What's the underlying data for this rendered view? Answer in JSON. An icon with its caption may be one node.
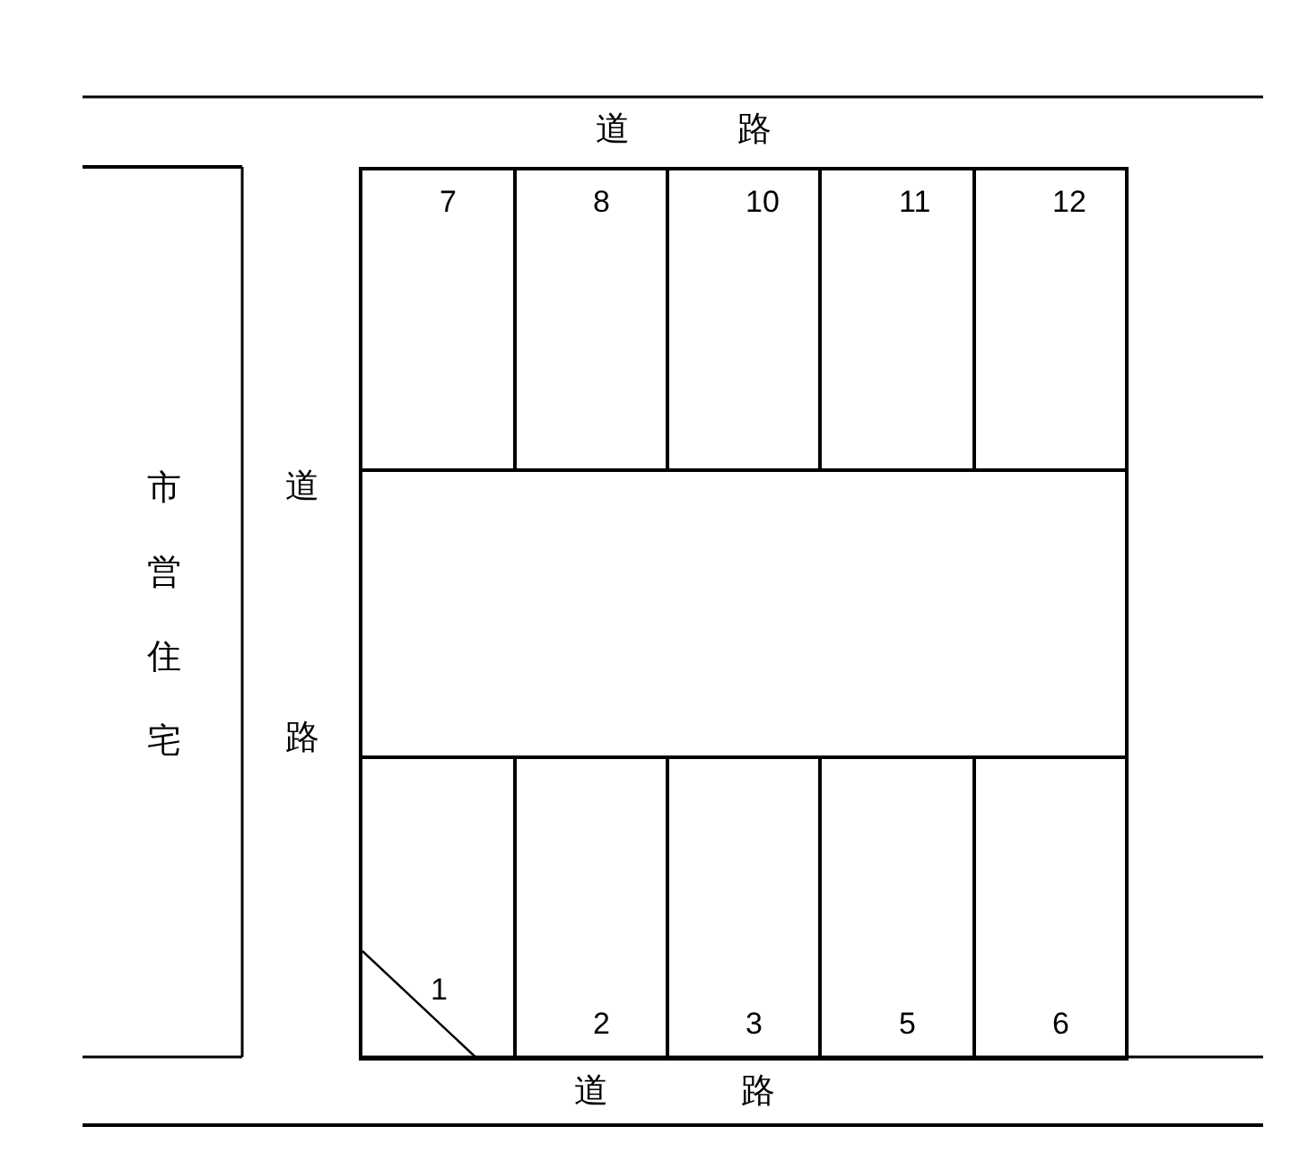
{
  "diagram": {
    "nodes": [
      {
        "text": [
          "7"
        ]
      },
      {
        "text": [
          "8"
        ]
      },
      {
        "text": [
          "10"
        ]
      },
      {
        "text": [
          "11"
        ]
      },
      {
        "text": [
          "12"
        ]
      },
      {
        "text": [],
        "shape": "box"
      },
      {
        "text": [
          "1"
        ]
      },
      {
        "text": [
          "2"
        ]
      },
      {
        "text": [
          "3"
        ]
      },
      {
        "text": [
          "5"
        ]
      },
      {
        "text": [
          "6"
        ]
      }
    ],
    "labels": [
      "道路",
      "市営住宅",
      "道路",
      "道路"
    ]
  }
}
